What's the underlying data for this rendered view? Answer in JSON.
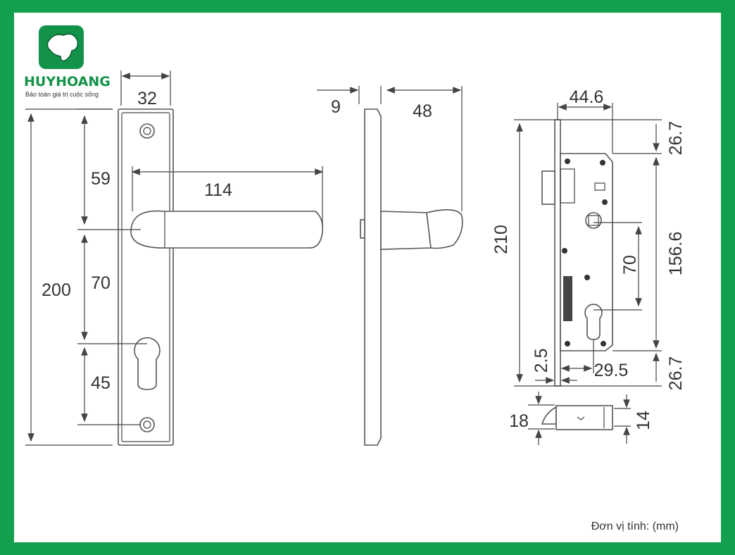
{
  "brand": {
    "name": "HUYHOANG",
    "slogan": "Bảo toàn giá trị cuộc sống",
    "color": "#13924a"
  },
  "frame_color": "#12a04e",
  "front_view": {
    "width": "32",
    "handle_length": "114",
    "top_to_handle": "59",
    "handle_to_key": "70",
    "key_to_bottom": "45",
    "height": "200"
  },
  "side_view": {
    "plate_thickness": "9",
    "handle_projection": "48"
  },
  "lock_body": {
    "width": "44.6",
    "total_height": "210",
    "top_offset": "26.7",
    "case_height": "156.6",
    "bottom_offset": "26.7",
    "center_distance": "70",
    "faceplate": "2.5",
    "backset": "29.5"
  },
  "latch": {
    "height": "18",
    "body_height": "14"
  },
  "unit_note": "Đơn vị tính: (mm)"
}
